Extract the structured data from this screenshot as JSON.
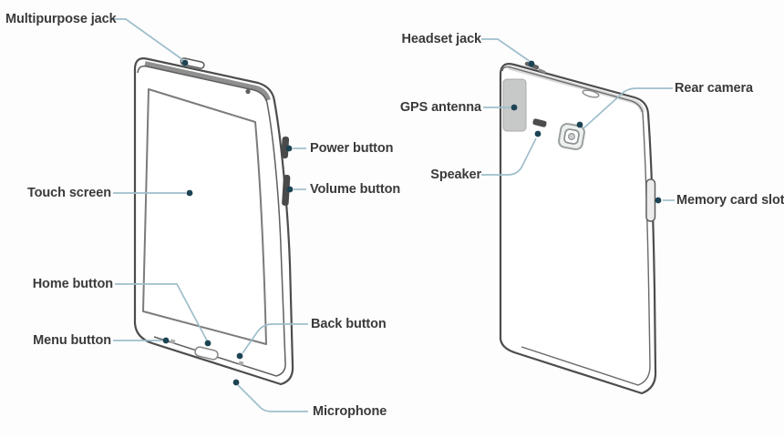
{
  "palette": {
    "background": "#fdfdfd",
    "outline": "#4d4d4d",
    "leader_line": "#9fbecb",
    "leader_dot": "#1c4354",
    "label_text": "#3a3a3a",
    "gps_panel_fill": "#c7c9c9"
  },
  "callouts": {
    "front": [
      {
        "id": "multipurpose-jack",
        "label": "Multipurpose jack"
      },
      {
        "id": "touch-screen",
        "label": "Touch screen"
      },
      {
        "id": "home-button",
        "label": "Home button"
      },
      {
        "id": "menu-button",
        "label": "Menu button"
      },
      {
        "id": "back-button",
        "label": "Back button"
      },
      {
        "id": "microphone",
        "label": "Microphone"
      },
      {
        "id": "power-button",
        "label": "Power button"
      },
      {
        "id": "volume-button",
        "label": "Volume button"
      }
    ],
    "back": [
      {
        "id": "headset-jack",
        "label": "Headset jack"
      },
      {
        "id": "gps-antenna",
        "label": "GPS antenna"
      },
      {
        "id": "speaker",
        "label": "Speaker"
      },
      {
        "id": "rear-camera",
        "label": "Rear camera"
      },
      {
        "id": "memory-card-slot",
        "label": "Memory card slot"
      }
    ]
  }
}
